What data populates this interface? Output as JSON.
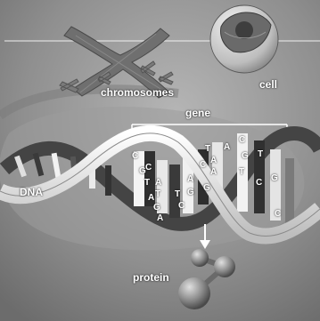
{
  "labels": {
    "chromosomes": "chromosomes",
    "cell": "cell",
    "gene": "gene",
    "dna": "DNA",
    "protein": "protein"
  },
  "bases": [
    "C",
    "G",
    "T",
    "A",
    "C",
    "A",
    "T",
    "G",
    "A",
    "T",
    "C",
    "A",
    "G",
    "C",
    "A",
    "A",
    "T",
    "G",
    "A",
    "C",
    "T",
    "G",
    "C",
    "G",
    "C",
    "T"
  ],
  "colors": {
    "background": "#8a8a8a",
    "strand_light": "#f2f2f2",
    "strand_dark": "#3a3a3a",
    "label": "#ffffff"
  }
}
